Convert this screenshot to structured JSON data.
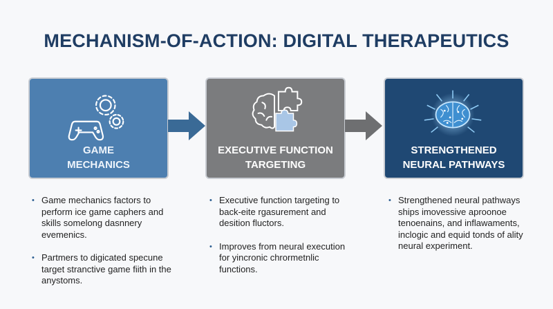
{
  "title": "MECHANISM-OF-ACTION: DIGITAL THERAPEUTICS",
  "colors": {
    "card1": "#4d7fb0",
    "card2": "#7b7c7e",
    "card3": "#1f4873",
    "arrow": "#3a6a96",
    "title": "#1f3d63"
  },
  "stages": [
    {
      "icon": "gamepad-gears-icon",
      "label_line1": "GAME",
      "label_line2": "MECHANICS",
      "bullets": [
        "Game mechanics factors to perform ice game caphers and skills somelong dasnnery evemenics.",
        "Partmers to digicated specune target stranctive game fiith in the anystoms."
      ]
    },
    {
      "icon": "brain-puzzle-icon",
      "label_line1": "EXECUTIVE FUNCTION",
      "label_line2": "TARGETING",
      "bullets": [
        "Executive function targeting to back-eite rgasurement and desition fluctors.",
        "Improves from neural execution for yincronic chrormetnlic functions."
      ]
    },
    {
      "icon": "glowing-brain-icon",
      "label_line1": "STRENGTHENED",
      "label_line2": "NEURAL PATHWAYS",
      "bullets": [
        "Strengthened neural pathways ships imovessive aproonoe tenoenains, and inflawaments, inclogic and equid tonds of ality neural experiment."
      ]
    }
  ]
}
